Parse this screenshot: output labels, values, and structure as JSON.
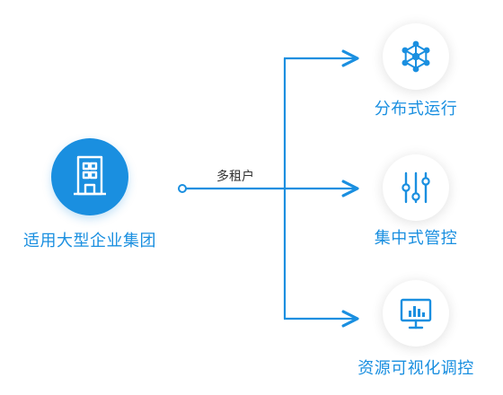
{
  "source": {
    "label": "适用大型企业集团",
    "icon": "building-icon"
  },
  "edge_label": "多租户",
  "targets": [
    {
      "label": "分布式运行",
      "icon": "network-nodes-icon"
    },
    {
      "label": "集中式管控",
      "icon": "sliders-icon"
    },
    {
      "label": "资源可视化调控",
      "icon": "monitor-chart-icon"
    }
  ],
  "colors": {
    "accent": "#1a8fe0",
    "text": "#333333",
    "background": "#ffffff"
  }
}
